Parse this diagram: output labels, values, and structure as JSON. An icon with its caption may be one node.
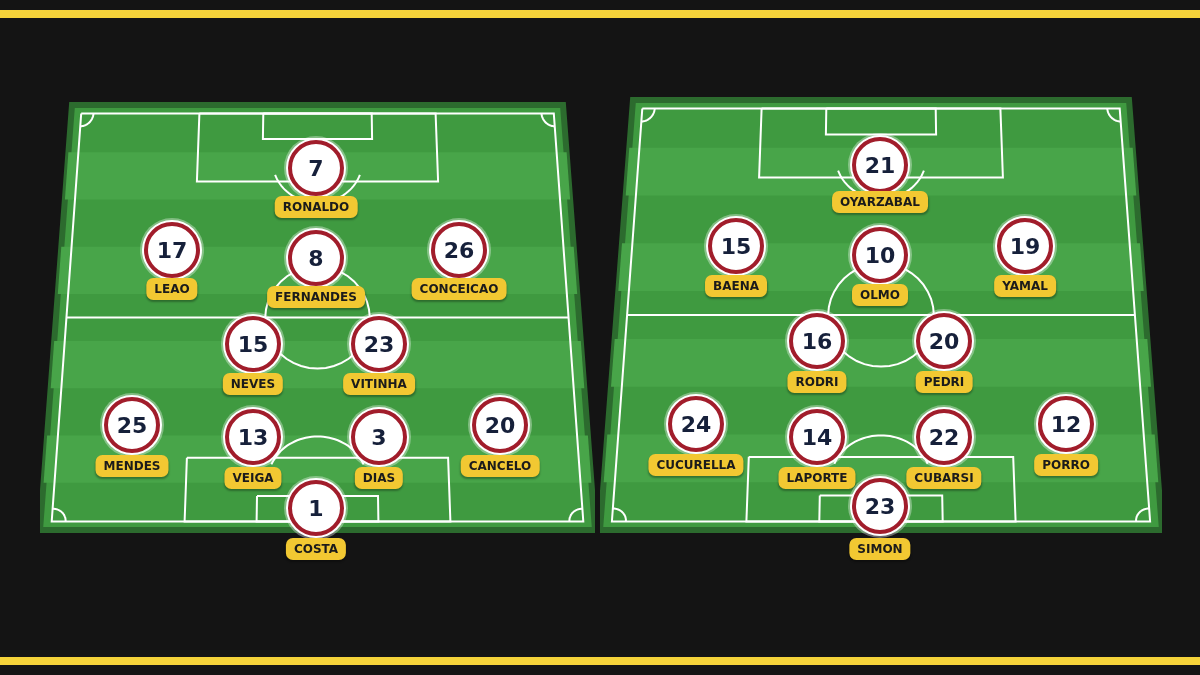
{
  "diagram": {
    "nodes": [
      {
        "text": [],
        "shape": "box"
      },
      {
        "text": [
          "7"
        ],
        "beside": [
          "RONALDO"
        ],
        "in": 0
      },
      {
        "text": [
          "17"
        ],
        "beside": [
          "LEAO"
        ],
        "in": 0
      },
      {
        "text": [
          "8"
        ],
        "beside": [
          "FERNANDES"
        ],
        "in": 0
      },
      {
        "text": [
          "26"
        ],
        "beside": [
          "CONCEICAO"
        ],
        "in": 0
      },
      {
        "text": [
          "15"
        ],
        "beside": [
          "NEVES"
        ],
        "in": 0
      },
      {
        "text": [
          "23"
        ],
        "beside": [
          "VITINHA"
        ],
        "in": 0
      },
      {
        "text": [
          "25"
        ],
        "beside": [
          "MENDES"
        ],
        "in": 0
      },
      {
        "text": [
          "13"
        ],
        "beside": [
          "VEIGA"
        ],
        "in": 0
      },
      {
        "text": [
          "3"
        ],
        "beside": [
          "DIAS"
        ],
        "in": 0
      },
      {
        "text": [
          "20"
        ],
        "beside": [
          "CANCELO"
        ],
        "in": 0
      },
      {
        "text": [
          "1"
        ],
        "beside": [
          "COSTA"
        ],
        "in": 0
      },
      {
        "text": [],
        "shape": "box"
      },
      {
        "text": [
          "21"
        ],
        "beside": [
          "OYARZABAL"
        ],
        "in": 12
      },
      {
        "text": [
          "15"
        ],
        "beside": [
          "BAENA"
        ],
        "in": 12
      },
      {
        "text": [
          "10"
        ],
        "beside": [
          "OLMO"
        ],
        "in": 12
      },
      {
        "text": [
          "19"
        ],
        "beside": [
          "YAMAL"
        ],
        "in": 12
      },
      {
        "text": [
          "16"
        ],
        "beside": [
          "RODRI"
        ],
        "in": 12
      },
      {
        "text": [
          "20"
        ],
        "beside": [
          "PEDRI"
        ],
        "in": 12
      },
      {
        "text": [
          "24"
        ],
        "beside": [
          "CUCURELLA"
        ],
        "in": 12
      },
      {
        "text": [
          "14"
        ],
        "beside": [
          "LAPORTE"
        ],
        "in": 12
      },
      {
        "text": [
          "22"
        ],
        "beside": [
          "CUBARSI"
        ],
        "in": 12
      },
      {
        "text": [
          "12"
        ],
        "beside": [
          "PORRO"
        ],
        "in": 12
      },
      {
        "text": [
          "23"
        ],
        "beside": [
          "SIMON"
        ],
        "in": 12
      }
    ]
  }
}
